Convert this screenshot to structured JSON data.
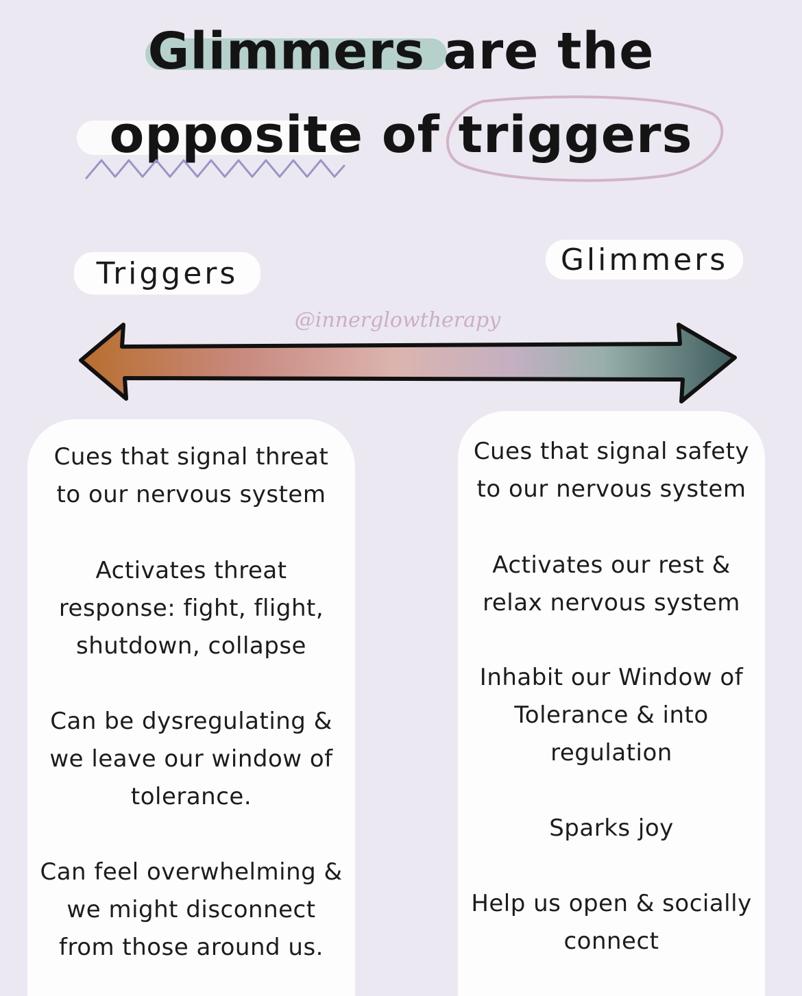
{
  "title": {
    "line1_highlighted": "Glimmers",
    "line1_rest": " are the",
    "line2_underlined": "opposite",
    "line2_mid": " of ",
    "line2_circled": "triggers"
  },
  "spectrum": {
    "left_label": "Triggers",
    "right_label": "Glimmers",
    "handle": "@innerglowtherapy"
  },
  "triggers": [
    "Cues that signal threat\nto our nervous system",
    "Activates threat\nresponse: fight, flight,\nshutdown, collapse",
    "Can be dysregulating &\nwe leave our window of\ntolerance.",
    "Can feel overwhelming &\nwe might disconnect\nfrom those around us."
  ],
  "glimmers": [
    "Cues that signal safety\nto our nervous system",
    "Activates our rest &\nrelax nervous system",
    "Inhabit our Window of\nTolerance & into\nregulation",
    "Sparks joy",
    "Help us open & socially\nconnect"
  ],
  "colors": {
    "background": "#ece8f1",
    "highlight_teal": "#b6d0cb",
    "squiggle": "#9a95c6",
    "oval": "#d1b3c8",
    "arrow_left": "#b86e2e",
    "arrow_mid": "#dbb3ae",
    "arrow_right": "#3d5c5c",
    "handle_text": "#cbaec7"
  },
  "icons": {
    "spectrum": "double-headed-arrow-icon",
    "underline": "squiggle-underline-icon",
    "circle": "hand-drawn-oval-icon"
  }
}
